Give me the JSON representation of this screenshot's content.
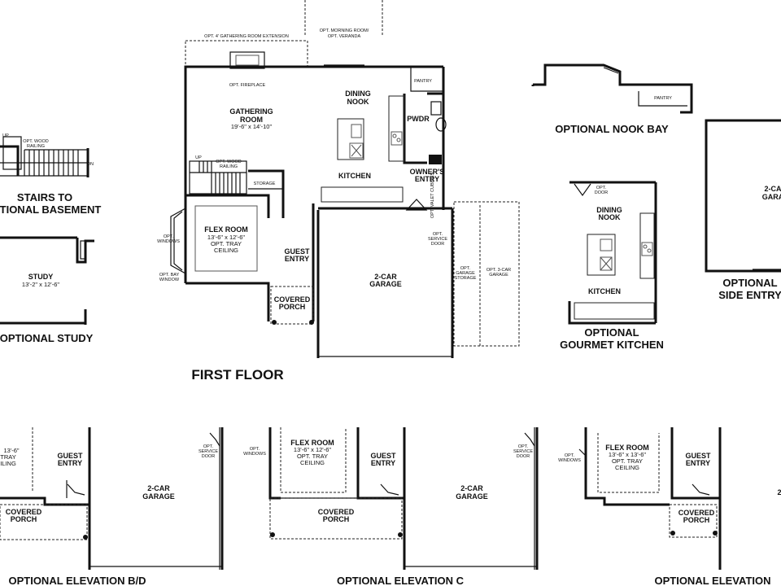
{
  "main_plan": {
    "title": "FIRST FLOOR",
    "gathering_room": {
      "name_line1": "GATHERING",
      "name_line2": "ROOM",
      "dims": "19'-6\" x 14'-10\""
    },
    "opt_gathering_extension": "OPT. 4' GATHERING ROOM EXTENSION",
    "opt_morning_room_line1": "OPT. MORNING ROOM/",
    "opt_morning_room_line2": "OPT. VERANDA",
    "opt_fireplace": "OPT. FIREPLACE",
    "dining_nook_line1": "DINING",
    "dining_nook_line2": "NOOK",
    "pantry": "PANTRY",
    "pwdr": "PWDR",
    "kitchen": "KITCHEN",
    "owners_entry_line1": "OWNER'S",
    "owners_entry_line2": "ENTRY",
    "opt_valet": "OPT. VALET CUBBIES",
    "up": "UP",
    "opt_wood_railing_line1": "OPT. WOOD",
    "opt_wood_railing_line2": "RAILING",
    "storage": "STORAGE",
    "flex_room": {
      "name": "FLEX ROOM",
      "dims": "13'-6\" x 12'-6\"",
      "opt_line1": "OPT. TRAY",
      "opt_line2": "CEILING"
    },
    "opt_windows_line1": "OPT.",
    "opt_windows_line2": "WINDOWS",
    "opt_bay_window_line1": "OPT. BAY",
    "opt_bay_window_line2": "WINDOW",
    "guest_entry_line1": "GUEST",
    "guest_entry_line2": "ENTRY",
    "covered_porch_line1": "COVERED",
    "covered_porch_line2": "PORCH",
    "garage_line1": "2-CAR",
    "garage_line2": "GARAGE",
    "opt_service_door_line1": "OPT.",
    "opt_service_door_line2": "SERVICE",
    "opt_service_door_line3": "DOOR",
    "opt_garage_storage_line1": "OPT.",
    "opt_garage_storage_line2": "GARAGE",
    "opt_garage_storage_line3": "STORAGE",
    "opt_3car_garage_line1": "OPT. 3-CAR",
    "opt_3car_garage_line2": "GARAGE"
  },
  "left_insets": {
    "up": "UP",
    "dn": "DN",
    "opt_wood_railing_line1": "OPT. WOOD",
    "opt_wood_railing_line2": "RAILING",
    "stairs_title_line1": "STAIRS TO",
    "stairs_title_line2": "TIONAL BASEMENT",
    "study_name": "STUDY",
    "study_dims": "13'-2\" x 12'-6\"",
    "study_title": "OPTIONAL STUDY"
  },
  "nook_bay": {
    "pantry": "PANTRY",
    "title": "OPTIONAL NOOK BAY"
  },
  "gourmet_kitchen": {
    "opt_door_line1": "OPT.",
    "opt_door_line2": "DOOR",
    "dining_line1": "DINING",
    "dining_line2": "NOOK",
    "kitchen": "KITCHEN",
    "title_line1": "OPTIONAL",
    "title_line2": "GOURMET KITCHEN"
  },
  "side_entry": {
    "garage_line1": "2-CA",
    "garage_line2": "GARA",
    "title_line1": "OPTIONAL",
    "title_line2": "SIDE ENTRY"
  },
  "elevation_bd": {
    "flex_dims": "13'-6\"",
    "flex_tray": "TRAY",
    "flex_ceiling": "ILING",
    "guest_line1": "GUEST",
    "guest_line2": "ENTRY",
    "opt_service_line1": "OPT.",
    "opt_service_line2": "SERVICE",
    "opt_service_line3": "DOOR",
    "garage_line1": "2-CAR",
    "garage_line2": "GARAGE",
    "porch_line1": "COVERED",
    "porch_line2": "PORCH",
    "title": "OPTIONAL ELEVATION B/D"
  },
  "elevation_c": {
    "opt_windows_line1": "OPT.",
    "opt_windows_line2": "WINDOWS",
    "flex_name": "FLEX ROOM",
    "flex_dims": "13'-6\" x 12'-6\"",
    "flex_opt_line1": "OPT. TRAY",
    "flex_opt_line2": "CEILING",
    "guest_line1": "GUEST",
    "guest_line2": "ENTRY",
    "opt_service_line1": "OPT.",
    "opt_service_line2": "SERVICE",
    "opt_service_line3": "DOOR",
    "garage_line1": "2-CAR",
    "garage_line2": "GARAGE",
    "porch_line1": "COVERED",
    "porch_line2": "PORCH",
    "title": "OPTIONAL ELEVATION C"
  },
  "elevation_e": {
    "opt_windows_line1": "OPT.",
    "opt_windows_line2": "WINDOWS",
    "flex_name": "FLEX ROOM",
    "flex_dims": "13'-6\" x 13'-6\"",
    "flex_opt_line1": "OPT. TRAY",
    "flex_opt_line2": "CEILING",
    "guest_line1": "GUEST",
    "guest_line2": "ENTRY",
    "porch_line1": "COVERED",
    "porch_line2": "PORCH",
    "garage_partial": "2",
    "title": "OPTIONAL ELEVATION"
  }
}
